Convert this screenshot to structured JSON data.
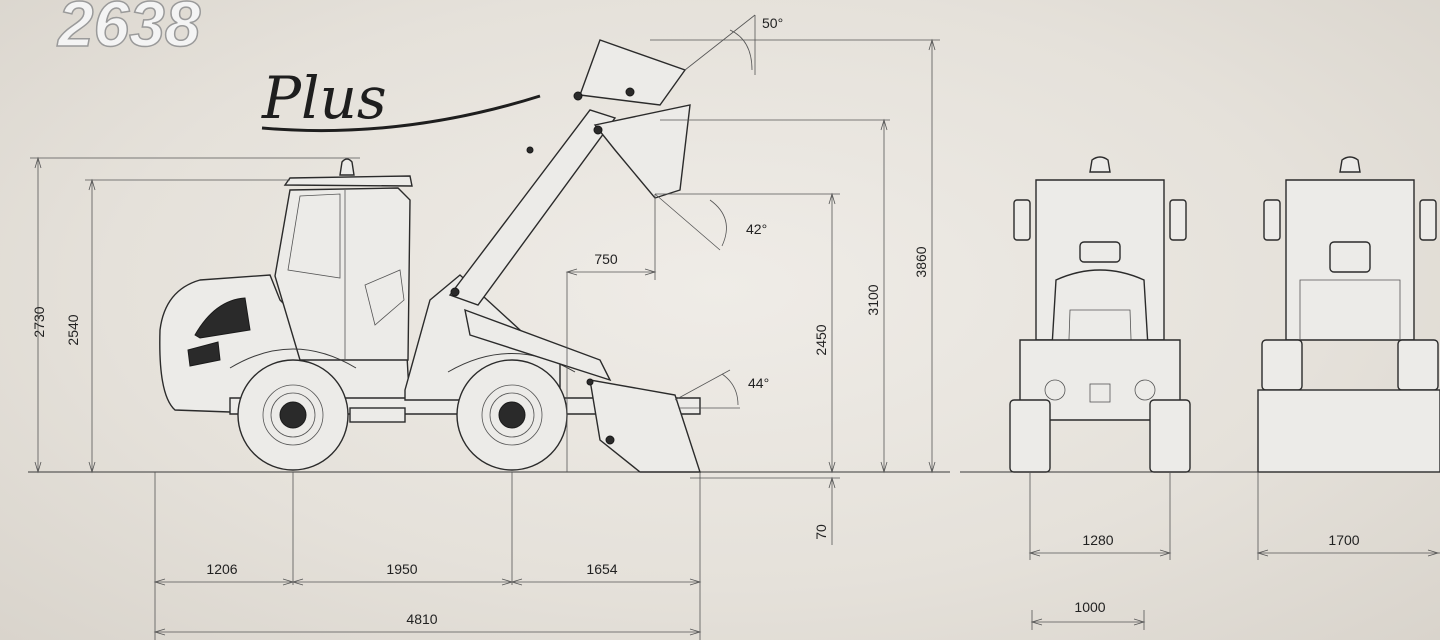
{
  "logo": {
    "model": "2638",
    "suffix": "Plus"
  },
  "dimensions": {
    "height_cab_beacon": "2730",
    "height_cab": "2540",
    "max_pin_height": "3860",
    "bucket_pivot_height": "3100",
    "dump_height": "2450",
    "dig_depth": "70",
    "reach": "750",
    "front_overhang": "1206",
    "wheelbase": "1950",
    "rear_overhang": "1654",
    "overall_length": "4810",
    "track_width": "1280",
    "inner_width": "1000",
    "bucket_width": "1700"
  },
  "angles": {
    "rollback_top": "50°",
    "dump": "42°",
    "rollback_ground": "44°"
  }
}
